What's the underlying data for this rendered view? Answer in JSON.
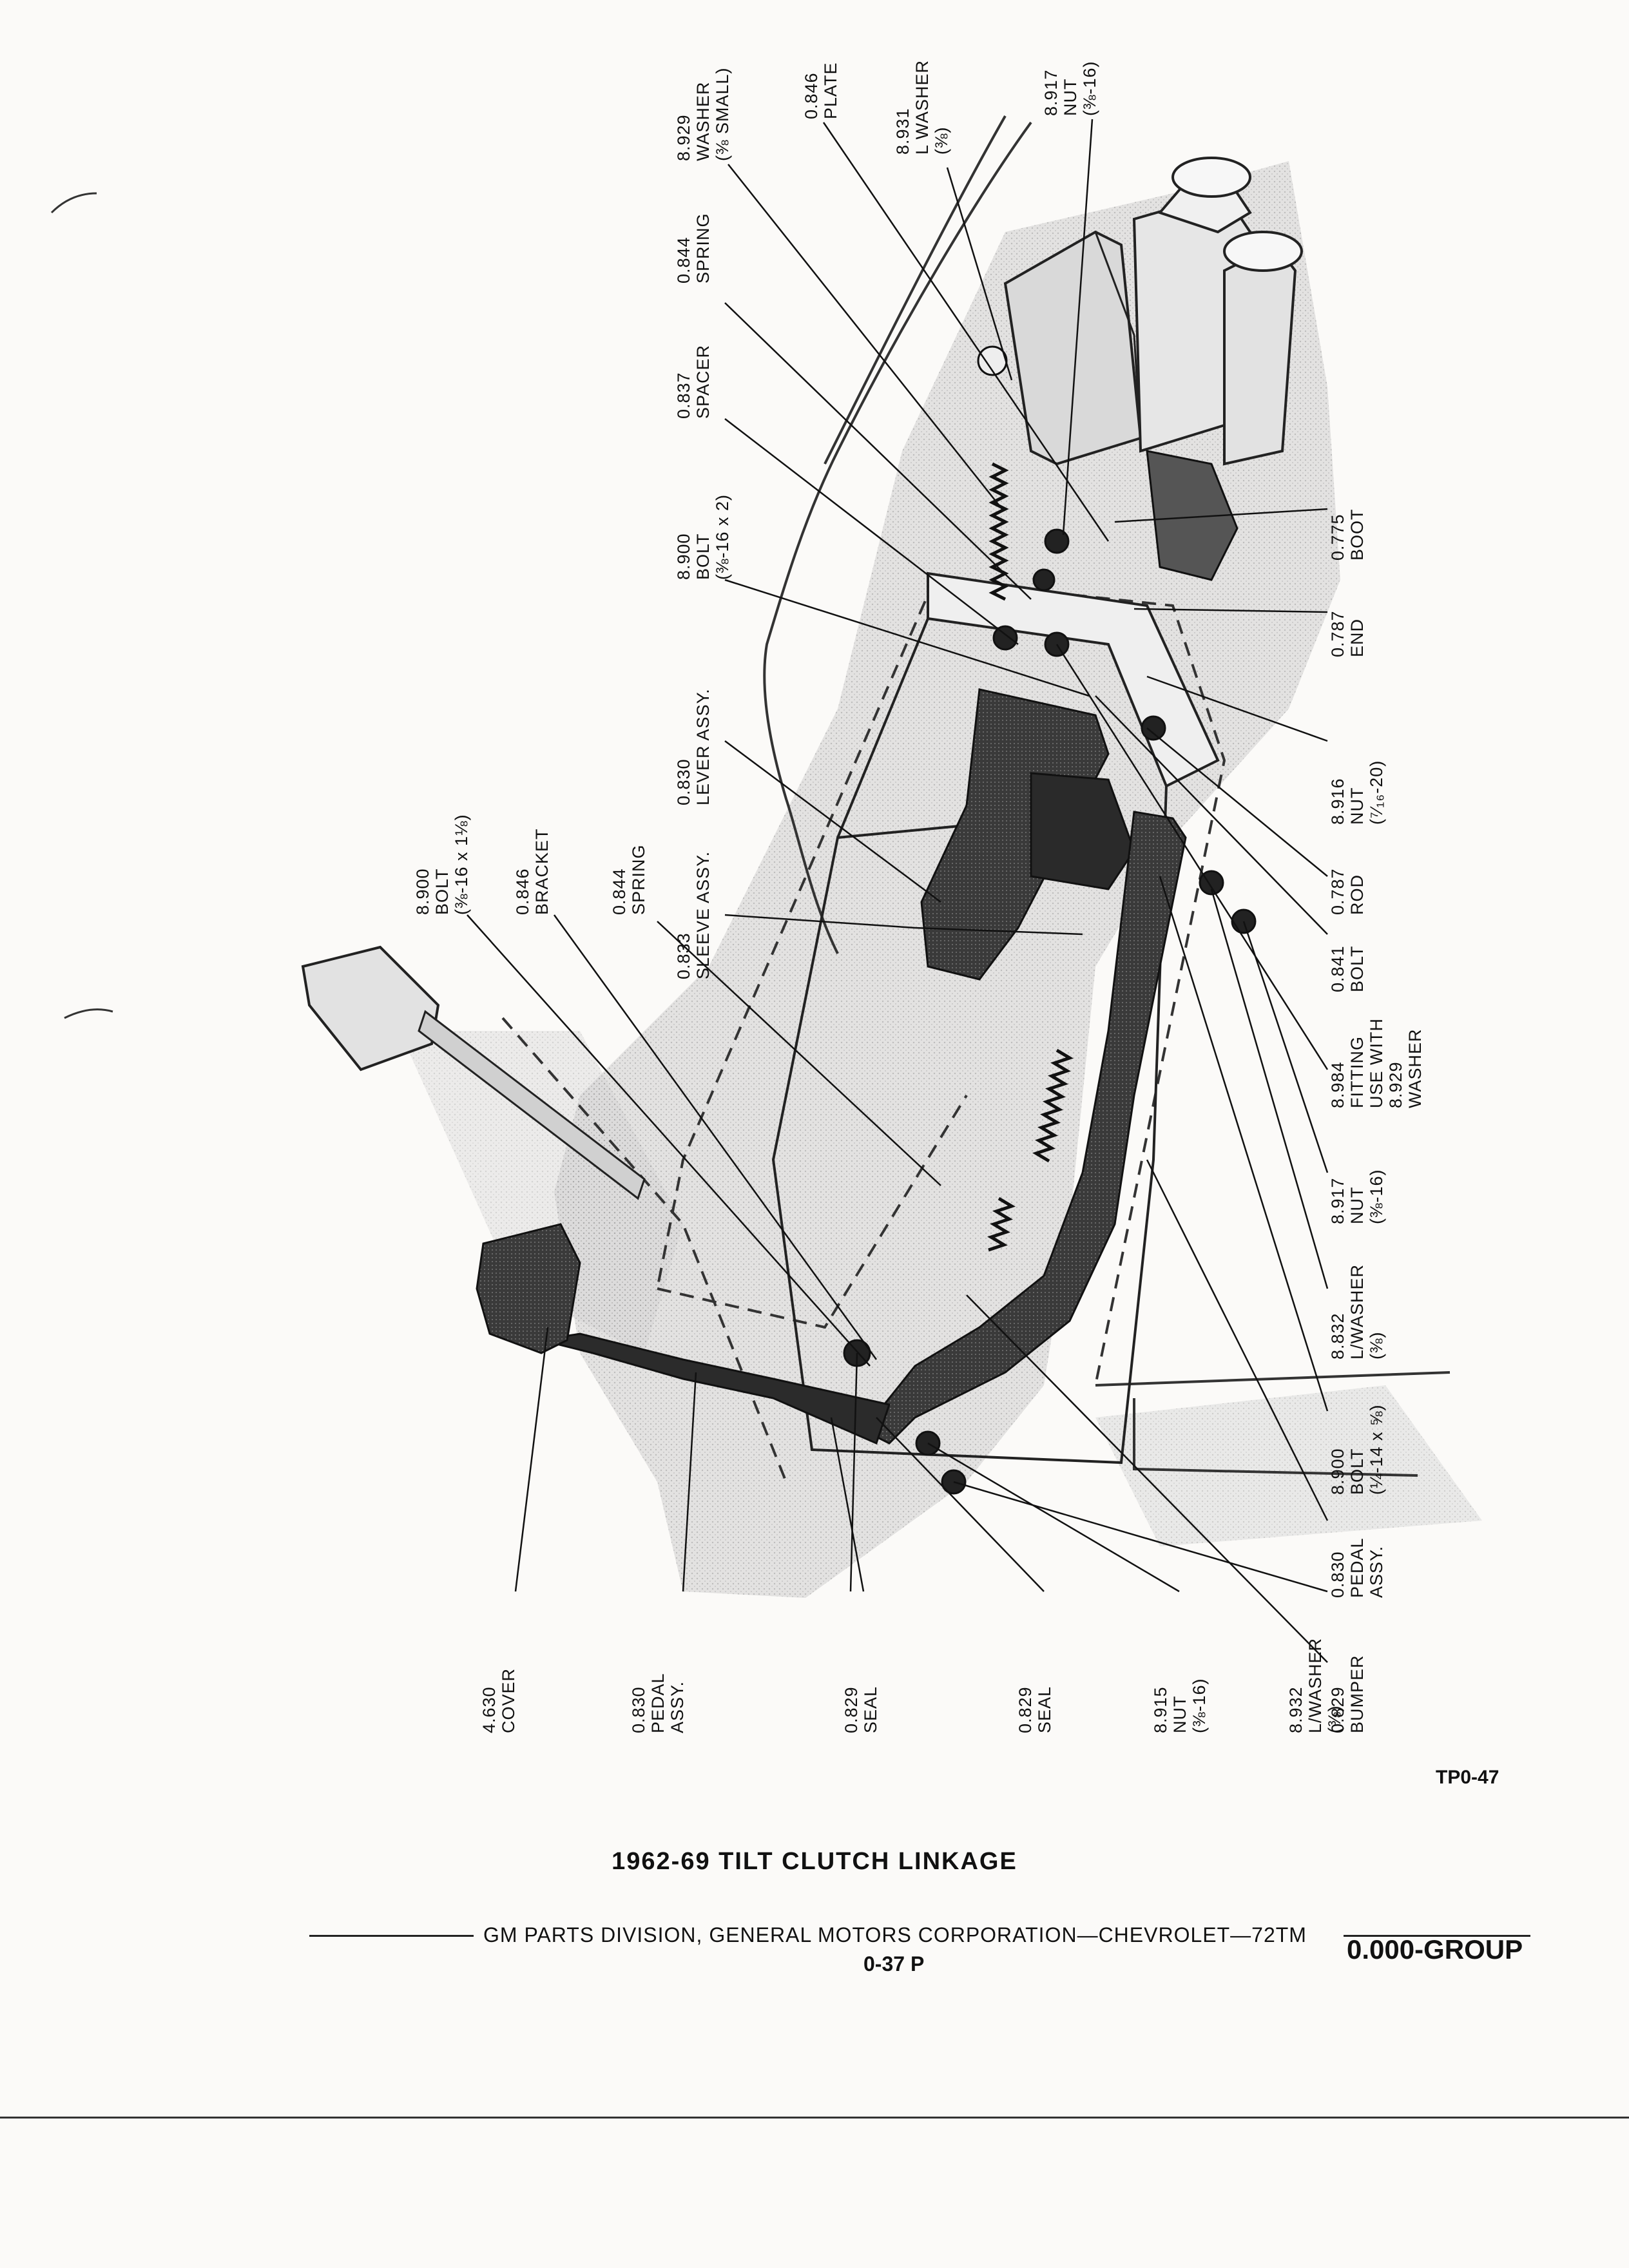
{
  "labels": [
    {
      "id": "w8929",
      "lines": [
        "8.929",
        "WASHER",
        "(⅜ SMALL)"
      ]
    },
    {
      "id": "p0846",
      "lines": [
        "0.846",
        "PLATE"
      ]
    },
    {
      "id": "lw8931",
      "lines": [
        "8.931",
        "L WASHER",
        "(⅜)"
      ]
    },
    {
      "id": "n8917a",
      "lines": [
        "8.917",
        "NUT",
        "(⅜-16)"
      ]
    },
    {
      "id": "s0844",
      "lines": [
        "0.844",
        "SPRING"
      ]
    },
    {
      "id": "sp0837",
      "lines": [
        "0.837",
        "SPACER"
      ]
    },
    {
      "id": "b8900a",
      "lines": [
        "8.900",
        "BOLT",
        "(⅜-16 x 2)"
      ]
    },
    {
      "id": "la0830",
      "lines": [
        "0.830",
        "LEVER ASSY."
      ]
    },
    {
      "id": "sa0833",
      "lines": [
        "0.833",
        "SLEEVE ASSY."
      ]
    },
    {
      "id": "s0844b",
      "lines": [
        "0.844",
        "SPRING"
      ]
    },
    {
      "id": "br0846",
      "lines": [
        "0.846",
        "BRACKET"
      ]
    },
    {
      "id": "b8900b",
      "lines": [
        "8.900",
        "BOLT",
        "(⅜-16 x 1⅛)"
      ]
    },
    {
      "id": "boot0775",
      "lines": [
        "0.775",
        "BOOT"
      ]
    },
    {
      "id": "end0787",
      "lines": [
        "0.787",
        "END"
      ]
    },
    {
      "id": "n8916",
      "lines": [
        "8.916",
        "NUT",
        "(⁷⁄₁₆-20)"
      ]
    },
    {
      "id": "rod0787",
      "lines": [
        "0.787",
        "ROD"
      ]
    },
    {
      "id": "b0841",
      "lines": [
        "0.841",
        "BOLT"
      ]
    },
    {
      "id": "f8984",
      "lines": [
        "8.984",
        "FITTING",
        "USE WITH",
        "8.929",
        "WASHER"
      ]
    },
    {
      "id": "n8917b",
      "lines": [
        "8.917",
        "NUT",
        "(⅜-16)"
      ]
    },
    {
      "id": "lw8832",
      "lines": [
        "8.832",
        "L/WASHER",
        "(⅜)"
      ]
    },
    {
      "id": "b8900c",
      "lines": [
        "8.900",
        "BOLT",
        "(¼-14 x ⅝)"
      ]
    },
    {
      "id": "pa0830b",
      "lines": [
        "0.830",
        "PEDAL",
        "ASSY."
      ]
    },
    {
      "id": "c4630",
      "lines": [
        "4.630",
        "COVER"
      ]
    },
    {
      "id": "pa0830a",
      "lines": [
        "0.830",
        "PEDAL",
        "ASSY."
      ]
    },
    {
      "id": "seal0829a",
      "lines": [
        "0.829",
        "SEAL"
      ]
    },
    {
      "id": "seal0829b",
      "lines": [
        "0.829",
        "SEAL"
      ]
    },
    {
      "id": "n8915",
      "lines": [
        "8.915",
        "NUT",
        "(⅜-16)"
      ]
    },
    {
      "id": "lw8932",
      "lines": [
        "8.932",
        "L/WASHER",
        "(⅜)"
      ]
    },
    {
      "id": "bump0829",
      "lines": [
        "0.829",
        "BUMPER"
      ]
    }
  ],
  "figure_code": "TP0-47",
  "title": "1962-69 TILT CLUTCH LINKAGE",
  "footer": {
    "publisher": "GM PARTS DIVISION, GENERAL MOTORS CORPORATION—CHEVROLET—72TM",
    "page": "0-37 P",
    "group": "0.000-GROUP"
  }
}
